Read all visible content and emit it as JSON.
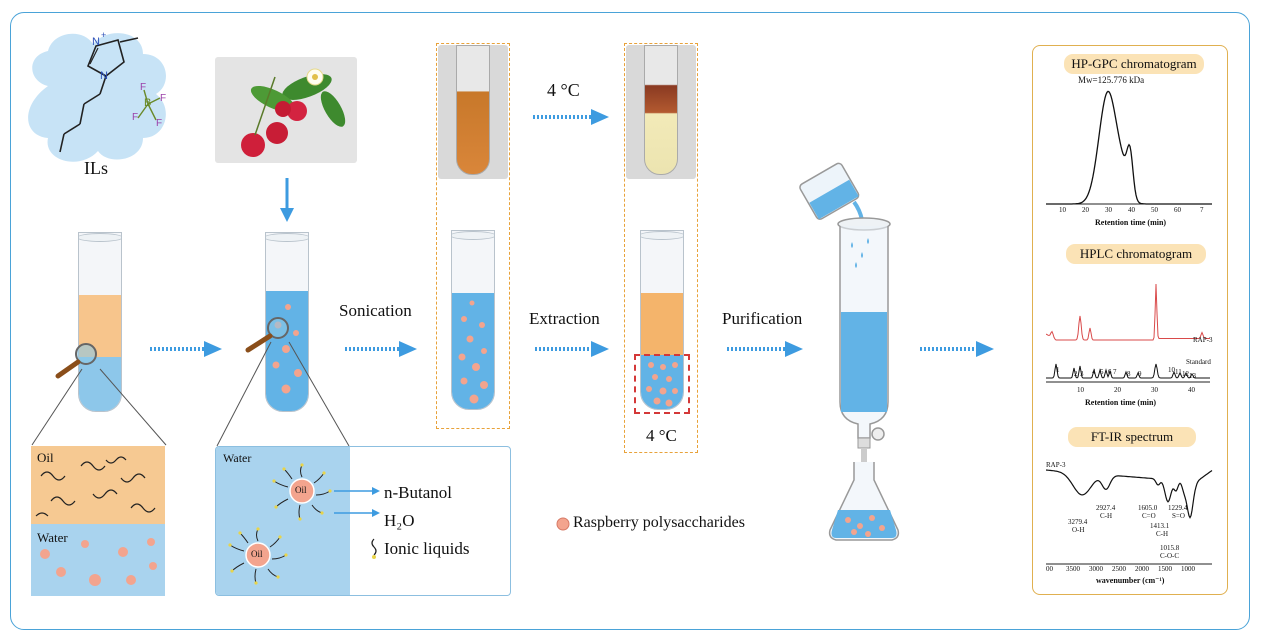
{
  "labels": {
    "ils": "ILs",
    "methyl": "N",
    "n_plus": "N",
    "plus_sign": "+",
    "boron": "B",
    "f1": "F",
    "f2": "F",
    "f3": "F",
    "f4": "F",
    "oil_top": "Oil",
    "water_bottom": "Water",
    "water_panel": "Water",
    "micelle_oil_1": "Oil",
    "micelle_oil_2": "Oil",
    "sonication": "Sonication",
    "extraction": "Extraction",
    "purification": "Purification",
    "temp_top": "4 °C",
    "temp_bottom": "4 °C"
  },
  "legend": {
    "butanol": "n-Butanol",
    "water": "H₂O",
    "ionic_liquids": "Ionic liquids",
    "polysaccharides": "Raspberry polysaccharides"
  },
  "gpc": {
    "title": "HP-GPC chromatogram",
    "annotation": "Mw=125.776 kDa",
    "xlabel": "Retention time (min)",
    "ticks": [
      "10",
      "20",
      "30",
      "40",
      "50",
      "60",
      "7"
    ]
  },
  "hplc": {
    "title": "HPLC chromatogram",
    "series_rap": "RAP-3",
    "series_std": "Standard",
    "peak_labels": [
      "1",
      "2",
      "3",
      "4",
      "5",
      "6",
      "7",
      "8",
      "9",
      "10",
      "11",
      "12",
      "13"
    ],
    "xlabel": "Retention time (min)",
    "ticks": [
      "10",
      "20",
      "30",
      "40"
    ]
  },
  "ftir": {
    "title": "FT-IR spectrum",
    "series": "RAP-3",
    "peaks": [
      {
        "value": "3279.4",
        "group": "O-H"
      },
      {
        "value": "2927.4",
        "group": "C-H"
      },
      {
        "value": "1605.0",
        "group": "C=O"
      },
      {
        "value": "1413.1",
        "group": "C-H"
      },
      {
        "value": "1229.4",
        "group": "S=O"
      },
      {
        "value": "1015.8",
        "group": "C-O-C"
      }
    ],
    "xlabel": "wavenumber (cm⁻¹)",
    "ticks": [
      "00",
      "3500",
      "3000",
      "2500",
      "2000",
      "1500",
      "1000"
    ]
  },
  "colors": {
    "frame": "#4aa3d8",
    "arrow": "#3d9be0",
    "oil": "#f6c992",
    "water": "#a9d3ee",
    "tube_liquid_water": "#5fb3e6",
    "tube_liquid_oil": "#f4b46b",
    "bead": "#f3a48e",
    "accent_box": "#e8a23a",
    "red_peak": "#d94a4a"
  }
}
